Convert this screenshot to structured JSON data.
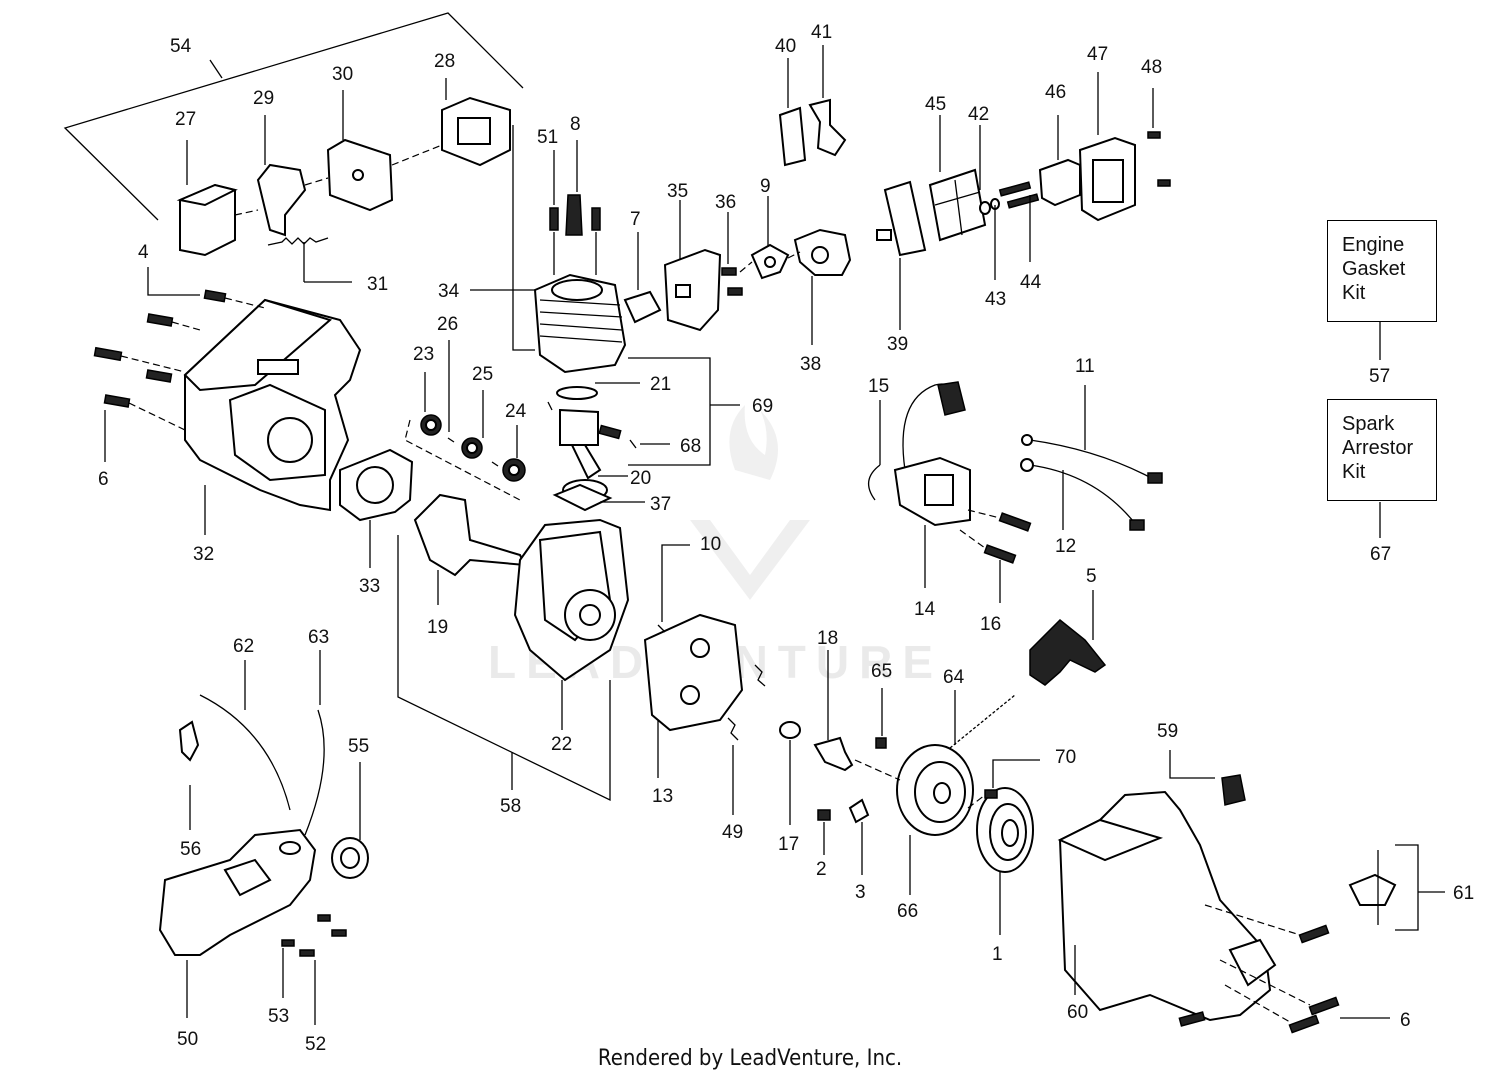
{
  "footer": {
    "text": "Rendered by LeadVenture, Inc."
  },
  "watermark": {
    "text": "LEADVENTURE",
    "color": "#e6e6e6"
  },
  "kits": [
    {
      "lines": [
        "Engine",
        "Gasket",
        "Kit"
      ],
      "ref": "57"
    },
    {
      "lines": [
        "Spark",
        "Arrestor",
        "Kit"
      ],
      "ref": "67"
    }
  ],
  "callouts": [
    "1",
    "2",
    "3",
    "4",
    "5",
    "6",
    "6",
    "7",
    "8",
    "9",
    "10",
    "11",
    "12",
    "13",
    "14",
    "15",
    "16",
    "17",
    "18",
    "19",
    "20",
    "21",
    "22",
    "23",
    "24",
    "25",
    "26",
    "27",
    "28",
    "29",
    "30",
    "31",
    "32",
    "33",
    "34",
    "35",
    "36",
    "37",
    "38",
    "39",
    "40",
    "41",
    "42",
    "43",
    "44",
    "45",
    "46",
    "47",
    "48",
    "49",
    "50",
    "51",
    "52",
    "53",
    "54",
    "55",
    "56",
    "58",
    "59",
    "60",
    "61",
    "62",
    "63",
    "64",
    "65",
    "66",
    "68",
    "69",
    "70"
  ]
}
